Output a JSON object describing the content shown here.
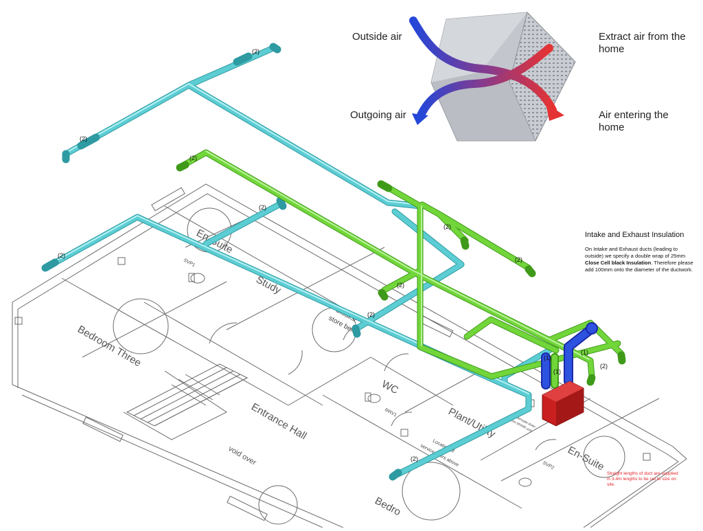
{
  "diagram": {
    "heat_exchanger_labels": {
      "outside_air": "Outside air",
      "outgoing_air": "Outgoing air",
      "extract_air": "Extract air from the home",
      "air_entering": "Air entering the home"
    },
    "insulation_note": {
      "title": "Intake and Exhaust Insulation",
      "line1": "On Intake and Exhaust ducts (leading to outside) we specify a double wrap of 25mm",
      "bold": "Close Cell black Insulation",
      "line2": ". Therefore please add 100mm onto the diameter of the ductwork."
    },
    "red_note": "Straight lengths of duct are supplied in 3-4m lengths to be cut to size on site.",
    "rooms": {
      "en_suite_1": "En-Suite",
      "study": "Study",
      "bedroom_three": "Bedroom Three",
      "entrance_hall": "Entrance Hall",
      "void_over": "void over",
      "wc": "WC",
      "plant_utility": "Plant/Utility",
      "en_suite_2": "En-Suite",
      "bedroom_partial": "Bedro",
      "cloaks": "Cloaks/",
      "cloaks2": "store below",
      "svp1": "SVP1",
      "svp2": "SVP2",
      "rrv1": "RRV1",
      "location_note1": "Location of",
      "location_note2": "service risers above",
      "condensate1": "condensate drain",
      "condensate2": "from MVHR unit"
    },
    "duct_tags": {
      "two": "(2)",
      "one": "(1)"
    },
    "colors": {
      "cyan_duct": "#5ccdd3",
      "green_duct": "#72d63a",
      "blue_duct": "#1f3fd8",
      "unit": "#c91f1f",
      "note_red": "#e0262a",
      "plan_lines": "#6a6a6a"
    }
  }
}
